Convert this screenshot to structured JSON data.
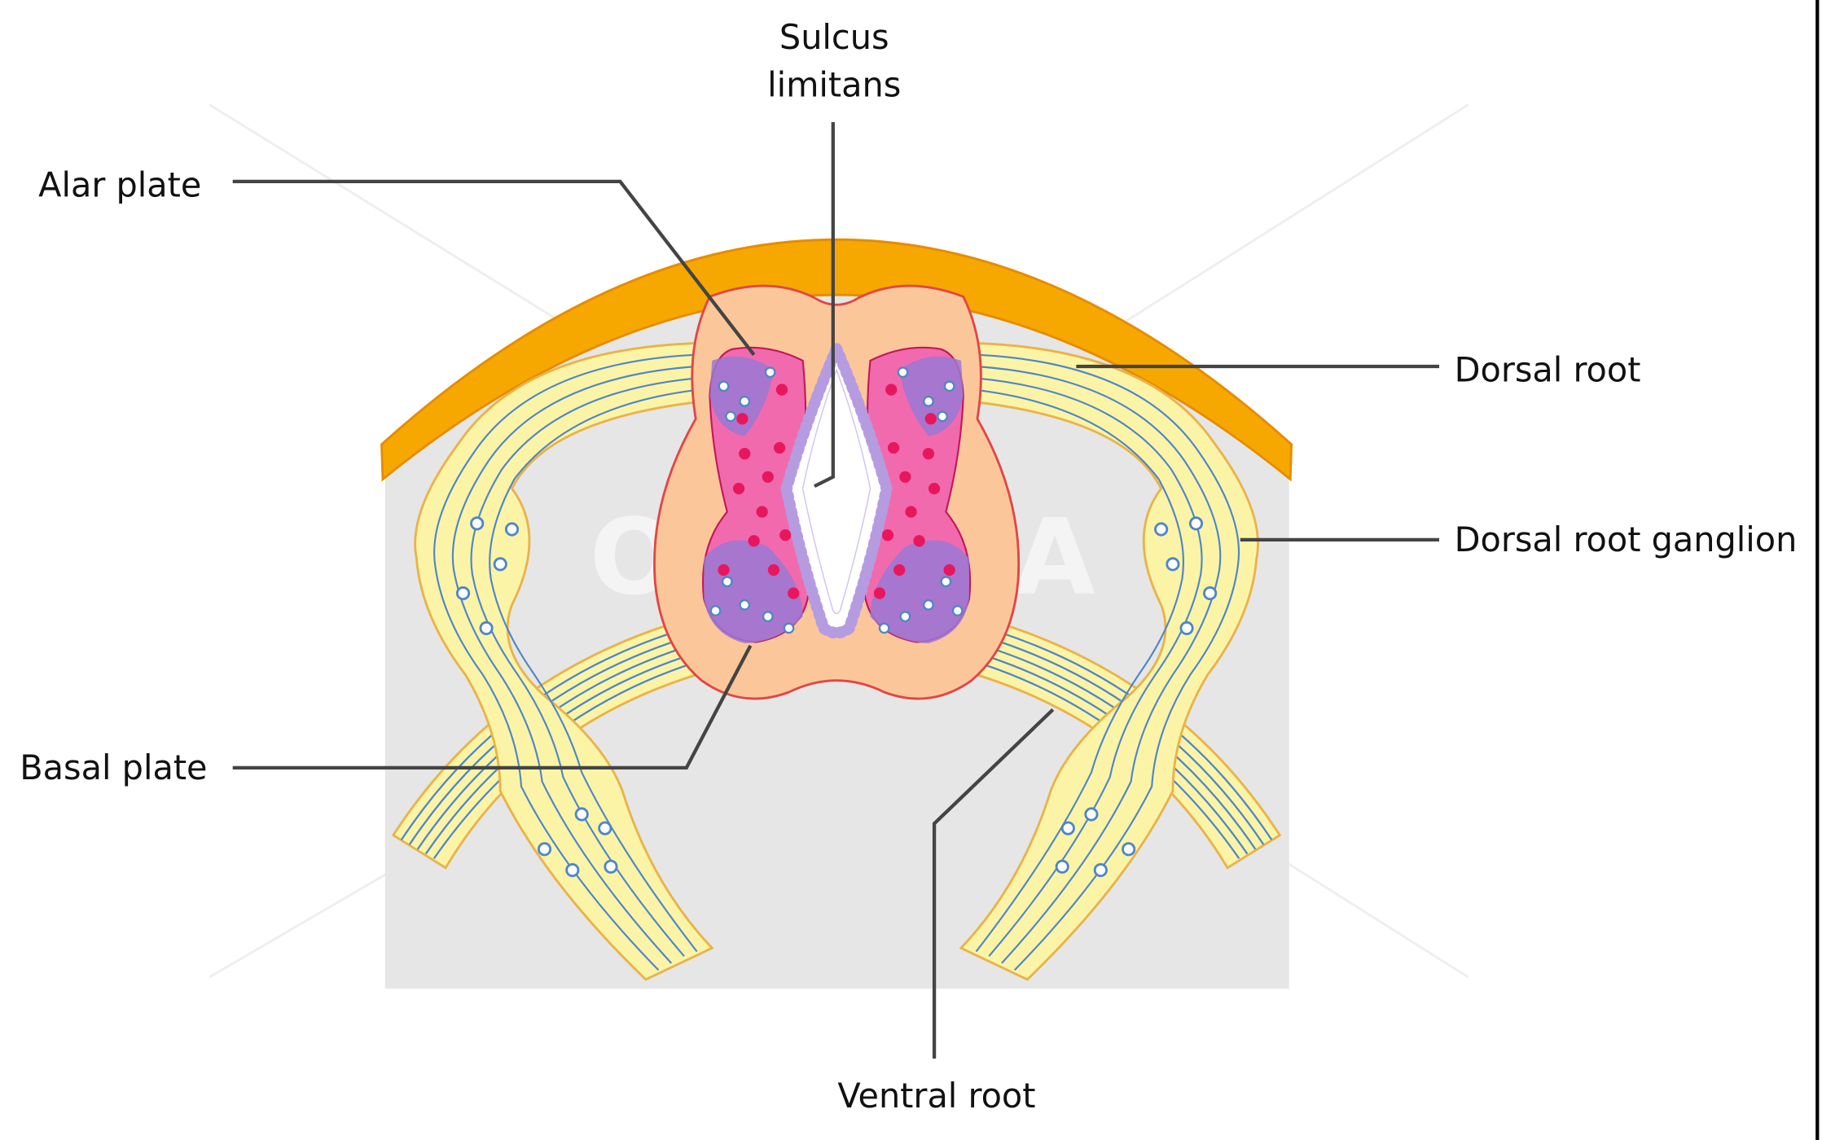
{
  "diagram": {
    "labels": {
      "sulcus_limitans_line1": "Sulcus",
      "sulcus_limitans_line2": "limitans",
      "alar_plate": "Alar plate",
      "dorsal_root": "Dorsal root",
      "dorsal_root_ganglion": "Dorsal root ganglion",
      "basal_plate": "Basal plate",
      "ventral_root": "Ventral root"
    },
    "watermark": "OTOLIA",
    "colors": {
      "background_panel": "#e6e6e6",
      "surface_band": "#f6a800",
      "mantle_layer": "#fbc79a",
      "mantle_outline": "#e34545",
      "neuroepithelium_plate": "#f26aae",
      "basal_overlay": "#9a78d4",
      "nerve_fill": "#fbf4a6",
      "nerve_fiber": "#4e86c8",
      "central_canal": "#ffffff",
      "canal_dots": "#b59ce0",
      "red_cells": "#e8175d",
      "leader_lines": "#444444"
    }
  }
}
